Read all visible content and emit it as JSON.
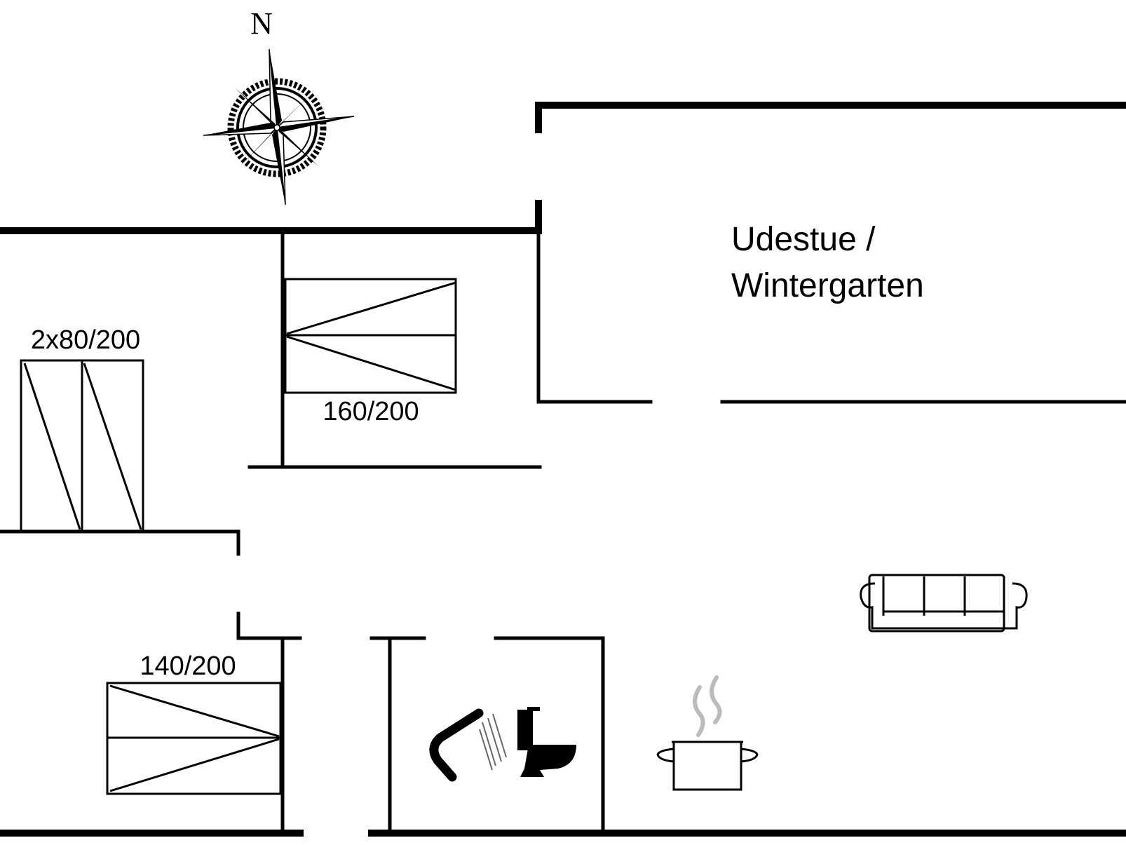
{
  "compass": {
    "north_label": "N"
  },
  "rooms": {
    "wintergarden": {
      "label_line1": "Udestue /",
      "label_line2": "Wintergarten"
    }
  },
  "beds": {
    "twin": {
      "label": "2x80/200"
    },
    "double_top": {
      "label": "160/200"
    },
    "double_bottom": {
      "label": "140/200"
    }
  },
  "icons": [
    "compass-icon",
    "sofa-icon",
    "cooking-pot-icon",
    "shower-icon",
    "toilet-icon"
  ],
  "colors": {
    "lines": "#000000",
    "background": "#ffffff",
    "steam": "#bbbbbb"
  }
}
